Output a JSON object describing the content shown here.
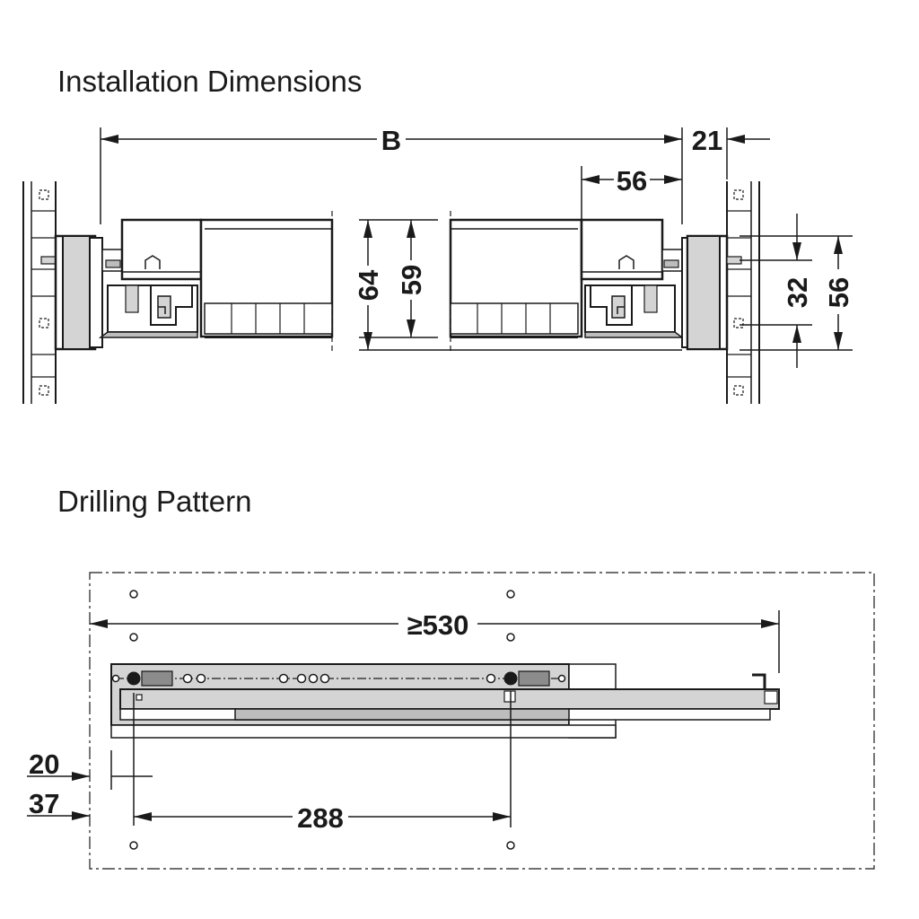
{
  "titles": {
    "installation": "Installation Dimensions",
    "drilling": "Drilling Pattern"
  },
  "installation": {
    "dim_b": "B",
    "dim_21": "21",
    "dim_56_top": "56",
    "dim_64": "64",
    "dim_59": "59",
    "dim_32": "32",
    "dim_56_right": "56"
  },
  "drilling": {
    "dim_530": "≥530",
    "dim_20": "20",
    "dim_37": "37",
    "dim_288": "288"
  },
  "colors": {
    "line": "#1a1a1a",
    "fill_light": "#d4d4d4",
    "fill_mid": "#bdbdbd",
    "fill_dark": "#8c8c8c"
  }
}
